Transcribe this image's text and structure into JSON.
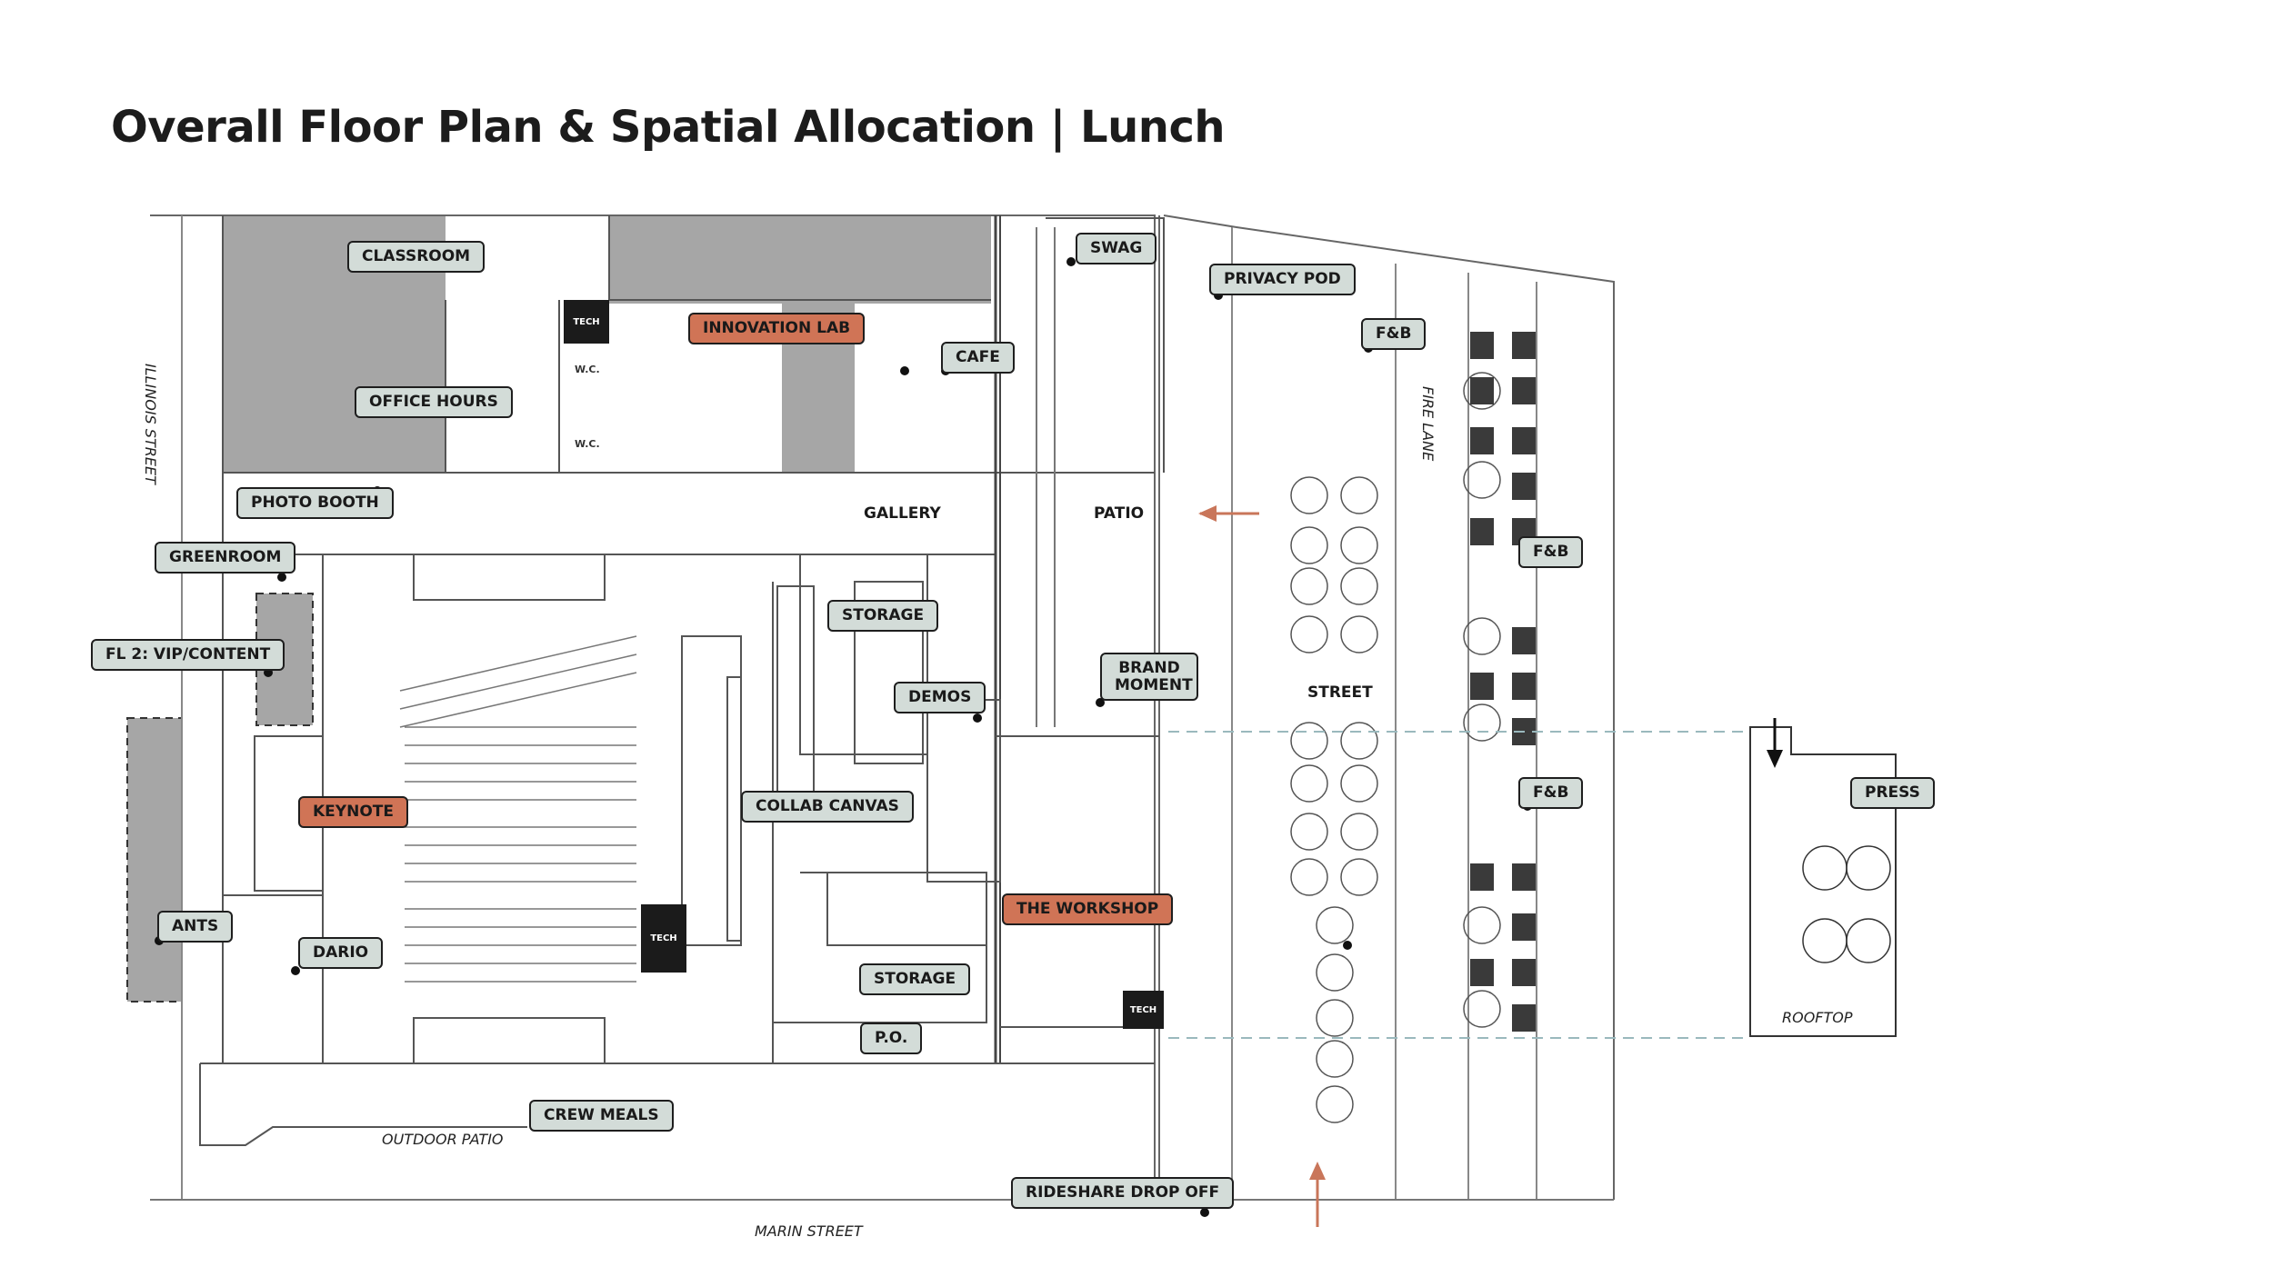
{
  "title": "Overall Floor Plan & Spatial Allocation | Lunch",
  "streets": {
    "illinois": "ILLINOIS STREET",
    "marin": "MARIN STREET",
    "fire_lane": "FIRE LANE",
    "outdoor_patio": "OUTDOOR PATIO",
    "rooftop": "ROOFTOP"
  },
  "areas": {
    "gallery": "GALLERY",
    "patio": "PATIO",
    "street": "STREET"
  },
  "fixtures": {
    "tech": "TECH",
    "wc": "W.C."
  },
  "labels": {
    "classroom": "CLASSROOM",
    "innovation_lab": "INNOVATION LAB",
    "office_hours": "OFFICE HOURS",
    "photo_booth": "PHOTO BOOTH",
    "greenroom": "GREENROOM",
    "fl2_vip": "FL 2: VIP/CONTENT",
    "keynote": "KEYNOTE",
    "ants": "ANTS",
    "dario": "DARIO",
    "crew_meals": "CREW MEALS",
    "storage_1": "STORAGE",
    "demos": "DEMOS",
    "collab_canvas": "COLLAB CANVAS",
    "storage_2": "STORAGE",
    "po": "P.O.",
    "the_workshop": "THE WORKSHOP",
    "brand_moment": "BRAND MOMENT",
    "swag": "SWAG",
    "cafe": "CAFE",
    "privacy_pod": "PRIVACY POD",
    "fb_1": "F&B",
    "fb_2": "F&B",
    "fb_3": "F&B",
    "press": "PRESS",
    "rideshare": "RIDESHARE DROP OFF"
  },
  "colors": {
    "label_fill": "#d3dcd8",
    "highlight_fill": "#d07456",
    "arrow": "#c9765a",
    "gray_area": "#a6a6a6"
  }
}
